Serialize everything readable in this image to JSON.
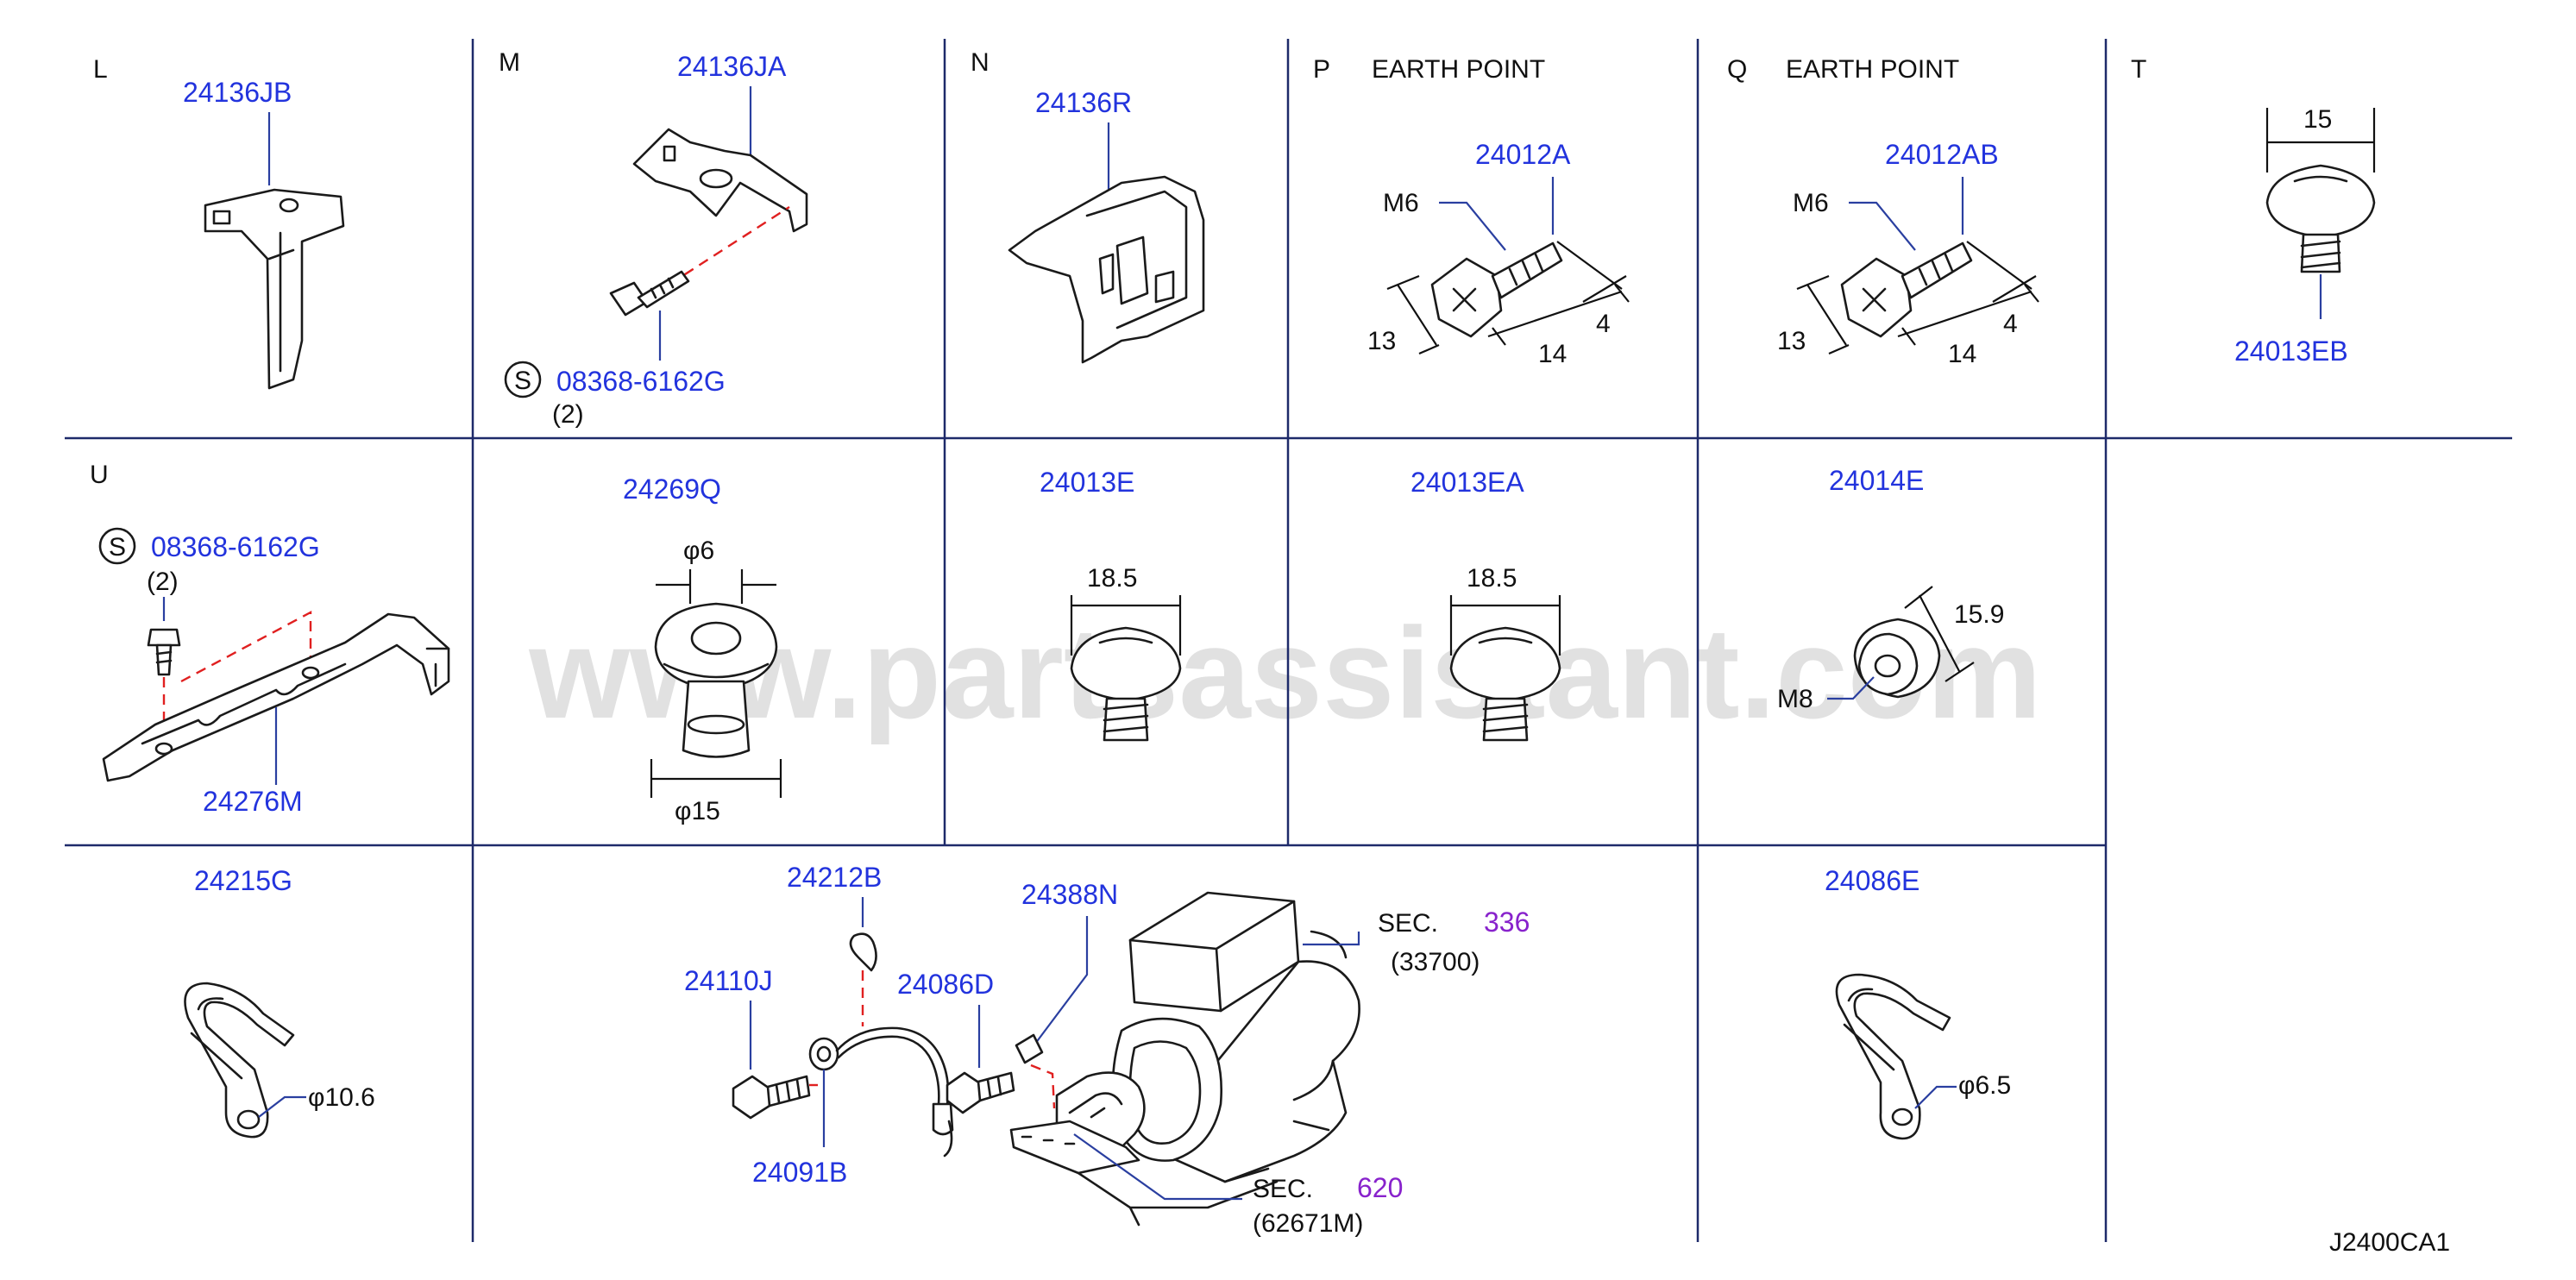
{
  "watermark": "www.partsassistant.com",
  "drawing_code": "J2400CA1",
  "cells": {
    "L": {
      "letter": "L",
      "part": "24136JB"
    },
    "M": {
      "letter": "M",
      "part": "24136JA",
      "screw_symbol": "S",
      "screw_part": "08368-6162G",
      "screw_qty": "(2)"
    },
    "N": {
      "letter": "N",
      "part": "24136R"
    },
    "P": {
      "letter": "P",
      "title": "EARTH   POINT",
      "part": "24012A",
      "thread": "M6",
      "dim_a": "13",
      "dim_b": "14",
      "dim_c": "4"
    },
    "Q": {
      "letter": "Q",
      "title": "EARTH   POINT",
      "part": "24012AB",
      "thread": "M6",
      "dim_a": "13",
      "dim_b": "14",
      "dim_c": "4"
    },
    "T": {
      "letter": "T",
      "part": "24013EB",
      "dim": "15"
    },
    "U": {
      "letter": "U",
      "screw_symbol": "S",
      "screw_part": "08368-6162G",
      "screw_qty": "(2)",
      "part": "24276M"
    },
    "r2c2": {
      "part": "24269Q",
      "dim_top": "φ6",
      "dim_bottom": "φ15"
    },
    "r2c3": {
      "part": "24013E",
      "dim": "18.5"
    },
    "r2c4": {
      "part": "24013EA",
      "dim": "18.5"
    },
    "r2c5": {
      "part": "24014E",
      "dim": "15.9",
      "thread": "M8"
    },
    "r3c1": {
      "part": "24215G",
      "dim": "φ10.6"
    },
    "r3c2": {
      "tie_part": "24212B",
      "bolt_part": "24110J",
      "bolt2_part": "24086D",
      "clip_part": "24388N",
      "ring_part": "24091B",
      "sec1_label": "SEC.",
      "sec1_num": "336",
      "sec1_sub": "(33700)",
      "sec2_label": "SEC.",
      "sec2_num": "620",
      "sec2_sub": "(62671M)"
    },
    "r3c6": {
      "part": "24086E",
      "dim": "φ6.5"
    }
  }
}
